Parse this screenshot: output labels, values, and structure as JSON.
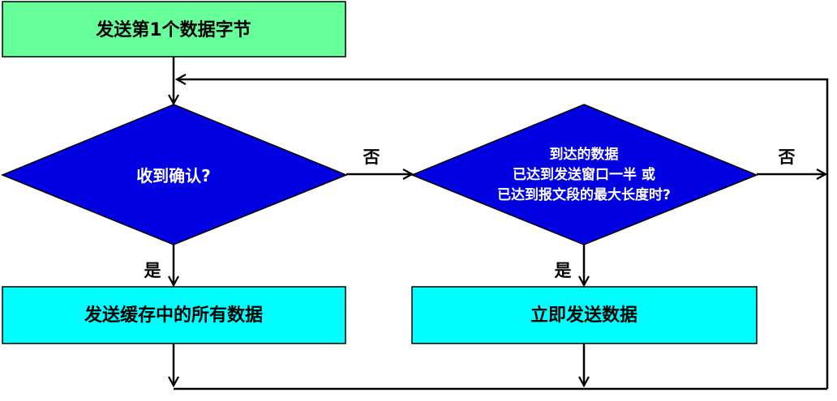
{
  "nodes": {
    "start": {
      "text": "发送第1个数据字节",
      "fill": "#66ff99"
    },
    "check_ack": {
      "text": "收到确认?",
      "fill": "#0000e0"
    },
    "check_size": {
      "lines": [
        "到达的数据",
        "已达到发送窗口一半 或",
        "已达到报文段的最大长度时?"
      ],
      "fill": "#0000e0"
    },
    "send_all": {
      "text": "发送缓存中的所有数据",
      "fill": "#00ffff"
    },
    "send_now": {
      "text": "立即发送数据",
      "fill": "#00ffff"
    }
  },
  "edge_labels": {
    "ack_no": "否",
    "ack_yes": "是",
    "size_no": "否",
    "size_yes": "是"
  },
  "colors": {
    "line": "#000000",
    "border": "#000000",
    "text_on_diamond": "#ffffff",
    "text_on_box": "#000000"
  }
}
